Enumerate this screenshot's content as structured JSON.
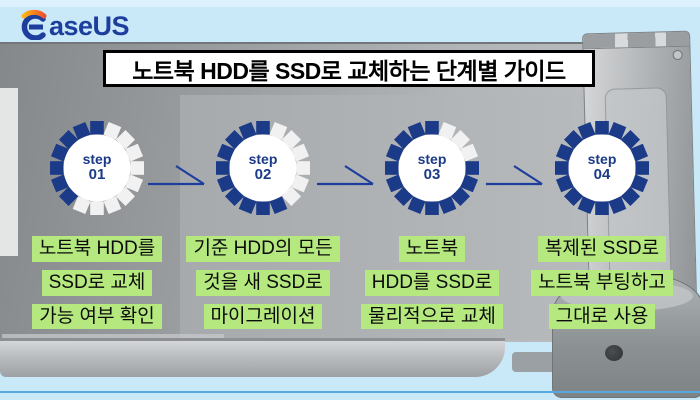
{
  "brand": {
    "logo_rest": "aseUS"
  },
  "header": {
    "title": "노트북 HDD를 SSD로 교체하는 단계별 가이드"
  },
  "steps": [
    {
      "label": "step",
      "number": "01",
      "segments_total": 16,
      "segments_filled": 7,
      "lines": [
        "노트북 HDD를",
        "SSD로 교체",
        "가능 여부 확인"
      ]
    },
    {
      "label": "step",
      "number": "02",
      "segments_total": 16,
      "segments_filled": 10,
      "lines": [
        "기준 HDD의 모든",
        "것을 새 SSD로",
        "마이그레이션"
      ]
    },
    {
      "label": "step",
      "number": "03",
      "segments_total": 16,
      "segments_filled": 13,
      "lines": [
        "노트북",
        "HDD를 SSD로",
        "물리적으로 교체"
      ]
    },
    {
      "label": "step",
      "number": "04",
      "segments_total": 16,
      "segments_filled": 16,
      "lines": [
        "복제된 SSD로",
        "노트북 부팅하고",
        "그대로 사용"
      ]
    }
  ],
  "colors": {
    "segment_on": "#1b3a87",
    "segment_off": "#f1f1f1",
    "arrow_navy": "#1e3e9e",
    "highlight_green": "#b5e87e",
    "background_blue": "#c9e8f8",
    "title_bg": "#ffffff",
    "title_border": "#000000",
    "logo_blue": "#1e3e9e",
    "logo_orange": "#f7941d"
  }
}
